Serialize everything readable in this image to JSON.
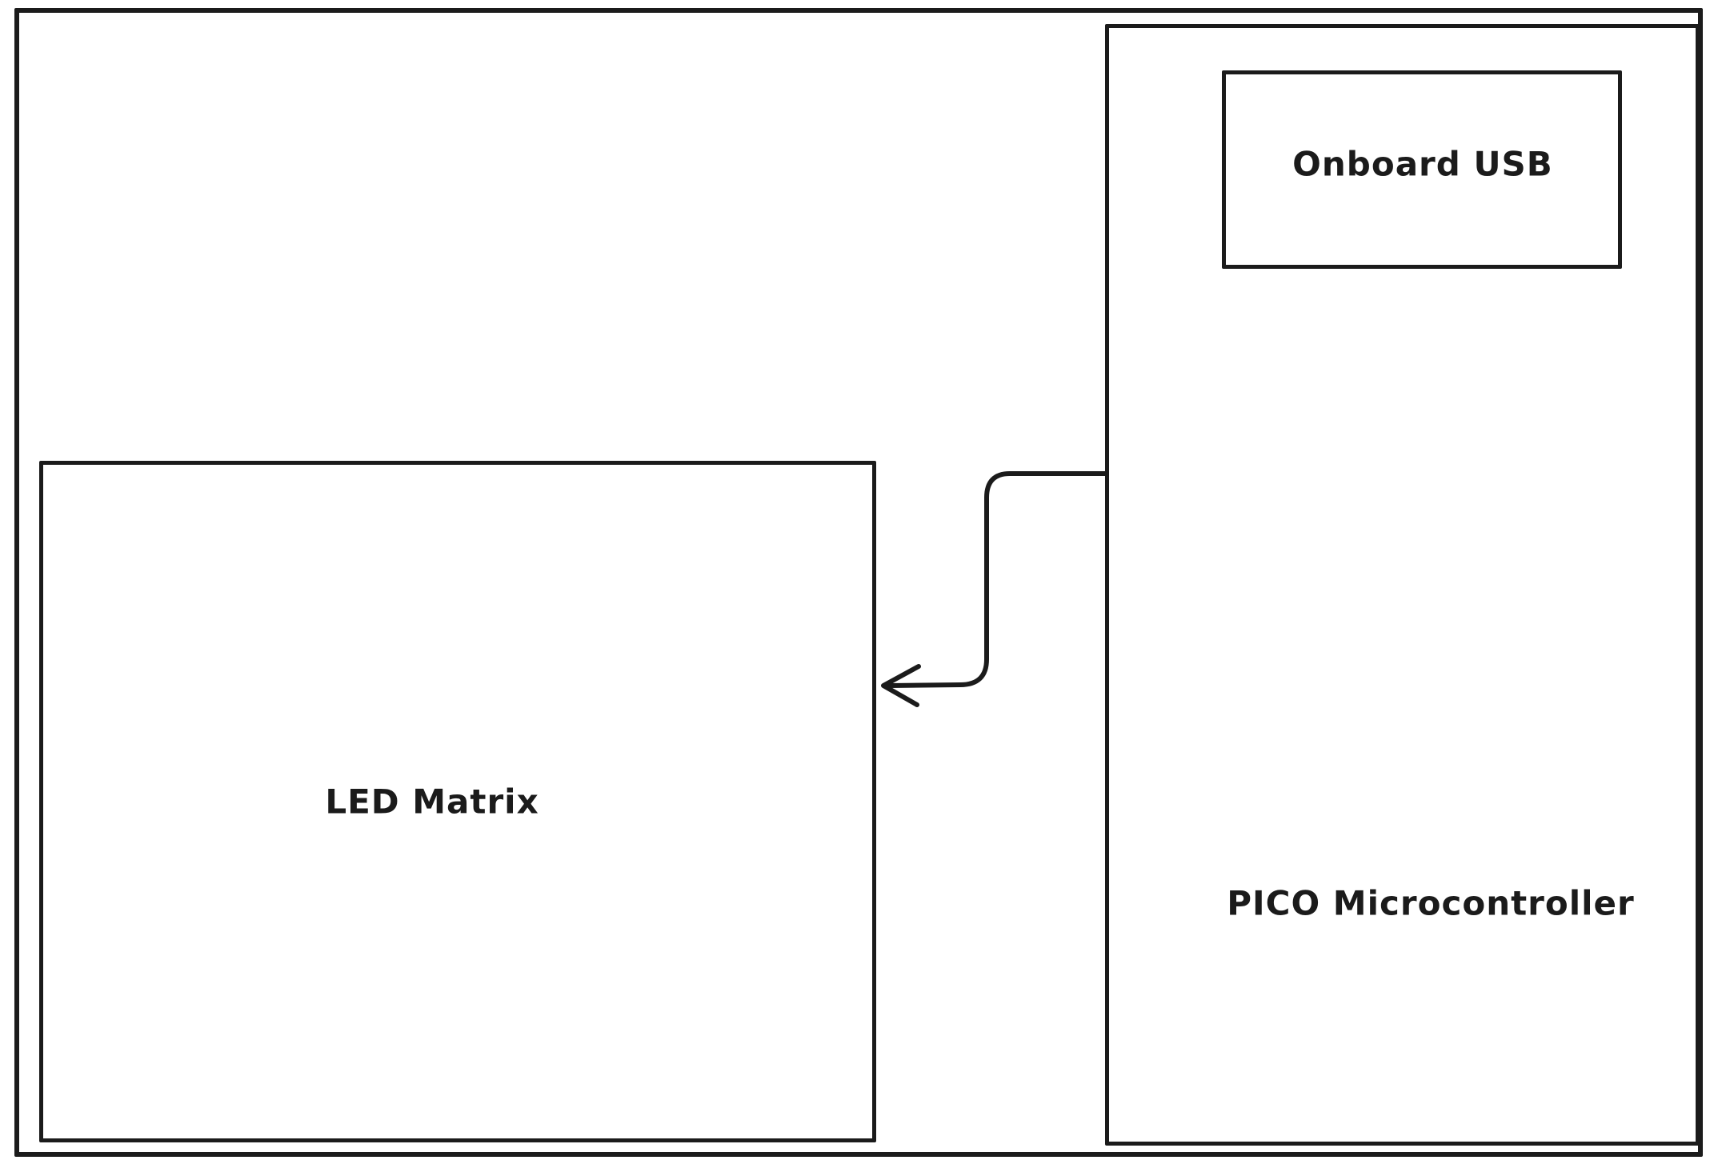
{
  "diagram": {
    "title": "",
    "colors": {
      "stroke": "#1b1b1b",
      "background": "#ffffff"
    },
    "nodes": {
      "outer_frame": {
        "label": ""
      },
      "led_matrix": {
        "label": "LED Matrix"
      },
      "pico": {
        "label": "PICO Microcontroller"
      },
      "usb": {
        "label": "Onboard USB"
      }
    },
    "edges": [
      {
        "from": "pico",
        "to": "led_matrix",
        "direction": "left",
        "style": "elbow-arrow"
      }
    ]
  }
}
